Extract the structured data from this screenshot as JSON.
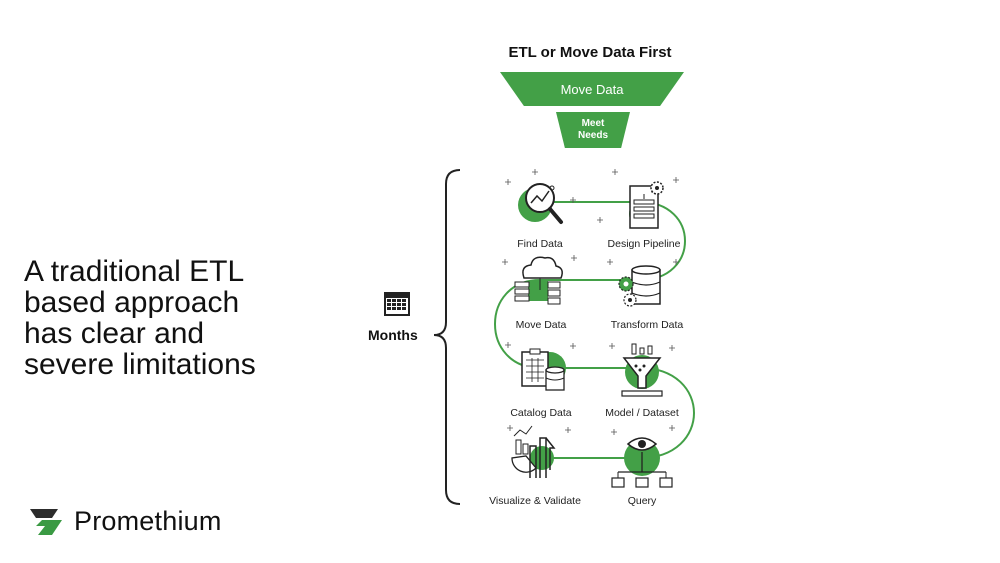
{
  "headline": {
    "lines": [
      "A traditional ETL",
      "based approach",
      "has clear and",
      "severe limitations"
    ]
  },
  "brand": {
    "name": "Promethium",
    "color": "#3a9a43"
  },
  "funnel": {
    "title": "ETL or Move Data First",
    "top_label": "Move Data",
    "bottom_label_lines": [
      "Meet",
      "Needs"
    ],
    "color": "#43a047"
  },
  "timeline": {
    "duration_label": "Months",
    "icon": "calendar-icon"
  },
  "steps": [
    {
      "label": "Find Data",
      "icon": "magnifier-chart-icon"
    },
    {
      "label": "Design Pipeline",
      "icon": "document-gears-icon"
    },
    {
      "label": "Move Data",
      "icon": "cloud-servers-icon"
    },
    {
      "label": "Transform Data",
      "icon": "database-gears-icon"
    },
    {
      "label": "Catalog Data",
      "icon": "clipboard-database-icon"
    },
    {
      "label": "Model / Dataset",
      "icon": "funnel-dataset-icon"
    },
    {
      "label": "Visualize & Validate",
      "icon": "charts-icon"
    },
    {
      "label": "Query",
      "icon": "eye-network-icon"
    }
  ]
}
